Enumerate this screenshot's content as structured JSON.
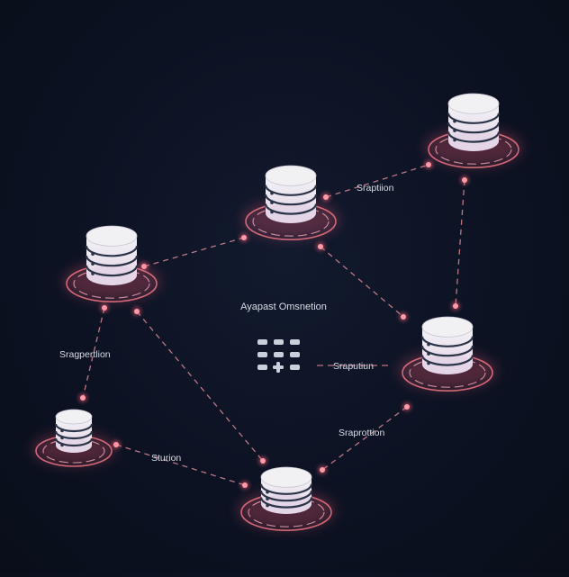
{
  "canvas": {
    "background": "#0c1222"
  },
  "colors": {
    "link": "#d98a96",
    "ring": "#e3707f",
    "glow": "#ff5f7a",
    "cylinder_top": "#f1f1f4",
    "cylinder_body": "#e9e2ec",
    "cylinder_band": "#2b3346",
    "label": "#d9dde6"
  },
  "nodes": [
    {
      "id": "db-top-right"
    },
    {
      "id": "db-top-center"
    },
    {
      "id": "db-left"
    },
    {
      "id": "db-right"
    },
    {
      "id": "db-bottom-left"
    },
    {
      "id": "db-bottom-center"
    }
  ],
  "links": [
    {
      "from": "db-top-center",
      "to": "db-top-right",
      "label": "Sraptiion"
    },
    {
      "from": "db-left",
      "to": "db-top-center",
      "label": ""
    },
    {
      "from": "db-top-center",
      "to": "db-right",
      "label": ""
    },
    {
      "from": "db-top-right",
      "to": "db-right",
      "label": ""
    },
    {
      "from": "db-left",
      "to": "db-bottom-left",
      "label": "Sragpertlion"
    },
    {
      "from": "db-left",
      "to": "db-bottom-center",
      "label": ""
    },
    {
      "from": "db-bottom-left",
      "to": "db-bottom-center",
      "label": "Sturion"
    },
    {
      "from": "db-right",
      "to": "db-bottom-center",
      "label": "Sraprottion"
    },
    {
      "from": "hub",
      "to": "db-right",
      "label": "Sraputiun"
    }
  ],
  "hub": {
    "title": "Ayapast Omsnetion",
    "icon": "keypad-grid-icon"
  }
}
